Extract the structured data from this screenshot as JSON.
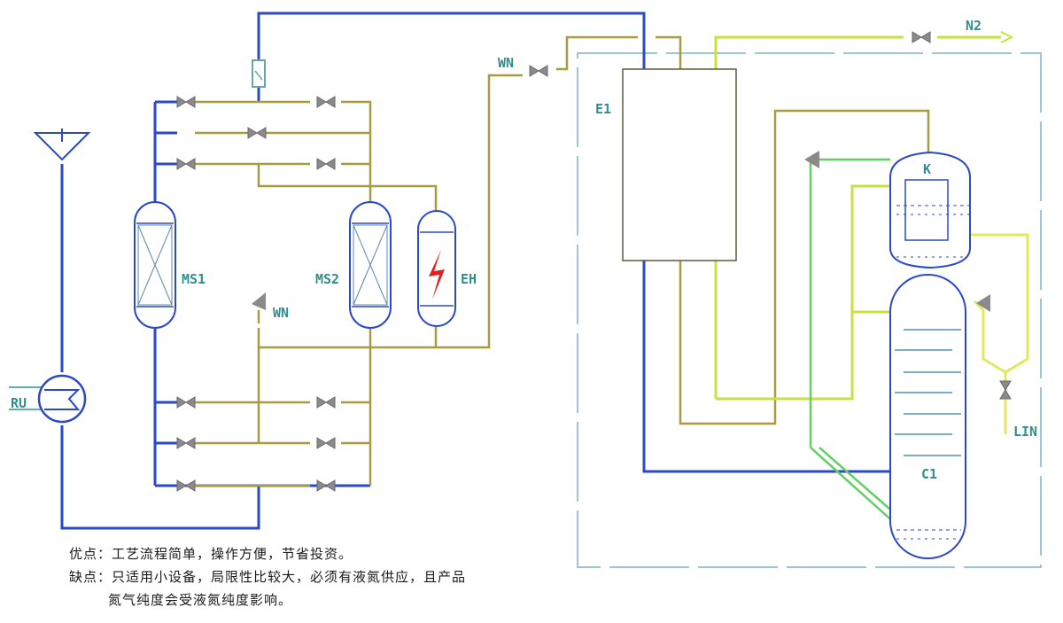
{
  "labels": {
    "ru": "RU",
    "ms1": "MS1",
    "ms2": "MS2",
    "eh": "EH",
    "wn_mid": "WN",
    "wn_top": "WN",
    "e1": "E1",
    "k": "K",
    "c1": "C1",
    "n2": "N2",
    "lin": "LIN"
  },
  "notes": {
    "advantages": "优点：工艺流程简单，操作方便，节省投资。",
    "disadvantages_line1": "缺点：只适用小设备，局限性比较大，必须有液氮供应，且产品",
    "disadvantages_line2": "氮气纯度会受液氮纯度影响。"
  },
  "colors": {
    "air_line": "#2a48c8",
    "waste_line": "#a89c40",
    "product_line": "#c8e040",
    "reflux_line": "#60d060",
    "liquid_line": "#e0e860",
    "coldbox_border": "#9cc6d8",
    "valve": "#8a8a8a",
    "label": "#2f8f8f",
    "heater_mark": "#e02020"
  }
}
